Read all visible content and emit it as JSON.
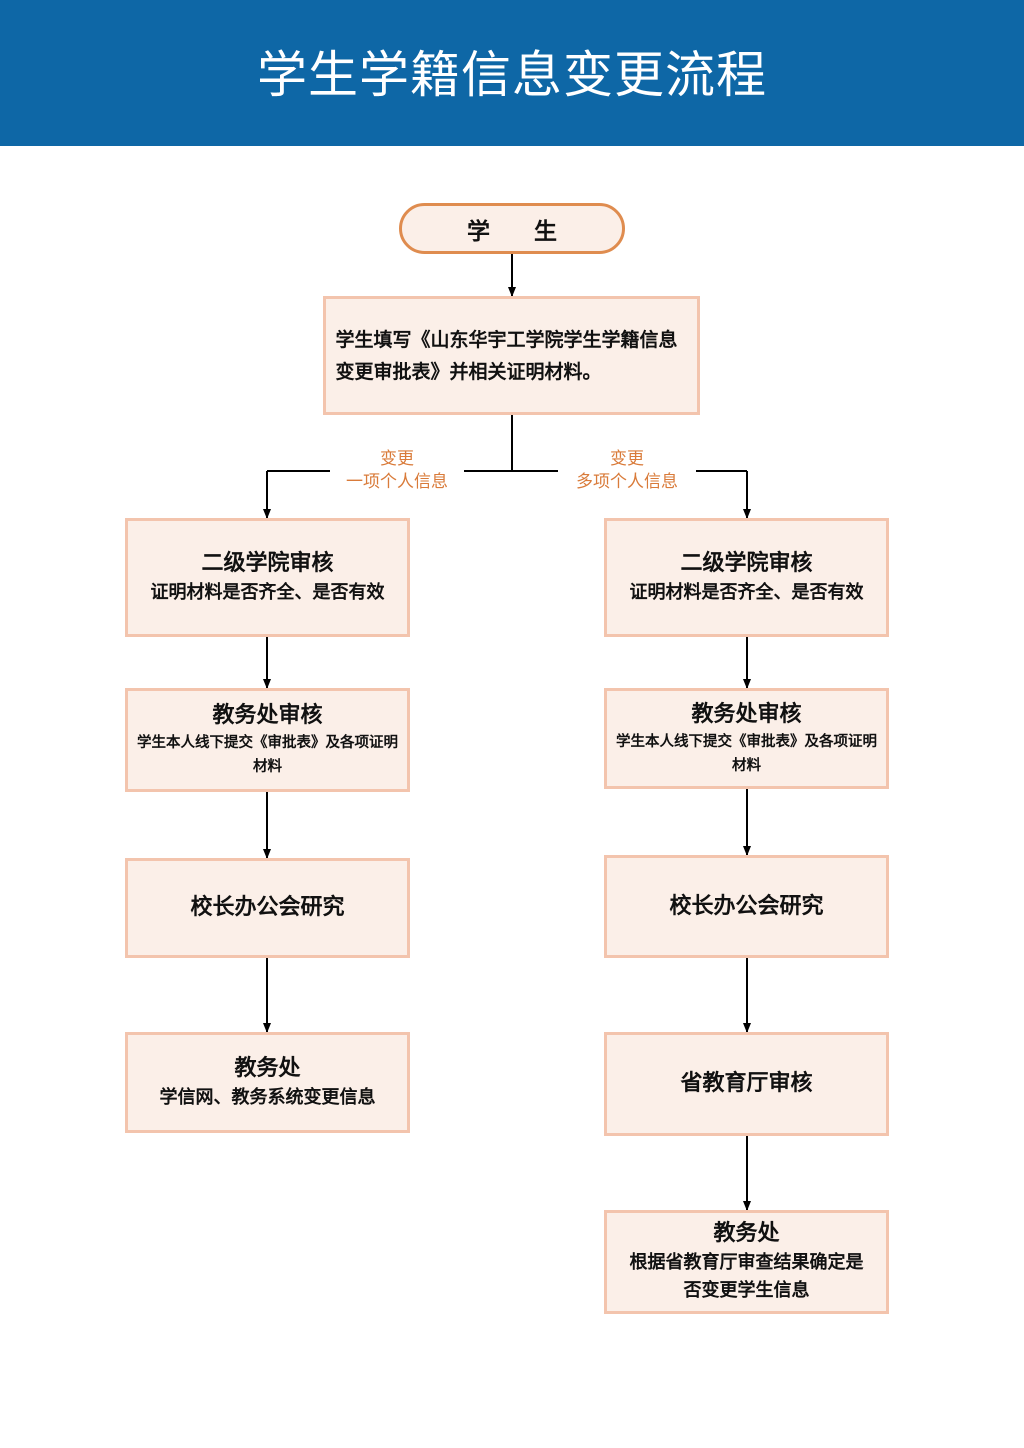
{
  "title": "学生学籍信息变更流程",
  "start": "学 生",
  "step_fill": "学生填写《山东华宇工学院学生学籍信息变更审批表》并相关证明材料。",
  "branch_left_label": [
    "变更",
    "一项个人信息"
  ],
  "branch_right_label": [
    "变更",
    "多项个人信息"
  ],
  "left": {
    "college_title": "二级学院审核",
    "college_desc": "证明材料是否齐全、是否有效",
    "academic_title": "教务处审核",
    "academic_desc": "学生本人线下提交《审批表》及各项证明材料",
    "principal": "校长办公会研究",
    "final_title": "教务处",
    "final_desc": "学信网、教务系统变更信息"
  },
  "right": {
    "college_title": "二级学院审核",
    "college_desc": "证明材料是否齐全、是否有效",
    "academic_title": "教务处审核",
    "academic_desc": "学生本人线下提交《审批表》及各项证明材料",
    "principal": "校长办公会研究",
    "province": "省教育厅审核",
    "final_title": "教务处",
    "final_desc": "根据省教育厅审查结果确定是否变更学生信息"
  },
  "colors": {
    "header": "#0e67a6",
    "box_fill": "#fbefe8",
    "box_border": "#f3c4ad",
    "pill_border": "#df8c4f",
    "label": "#d97b3a"
  }
}
